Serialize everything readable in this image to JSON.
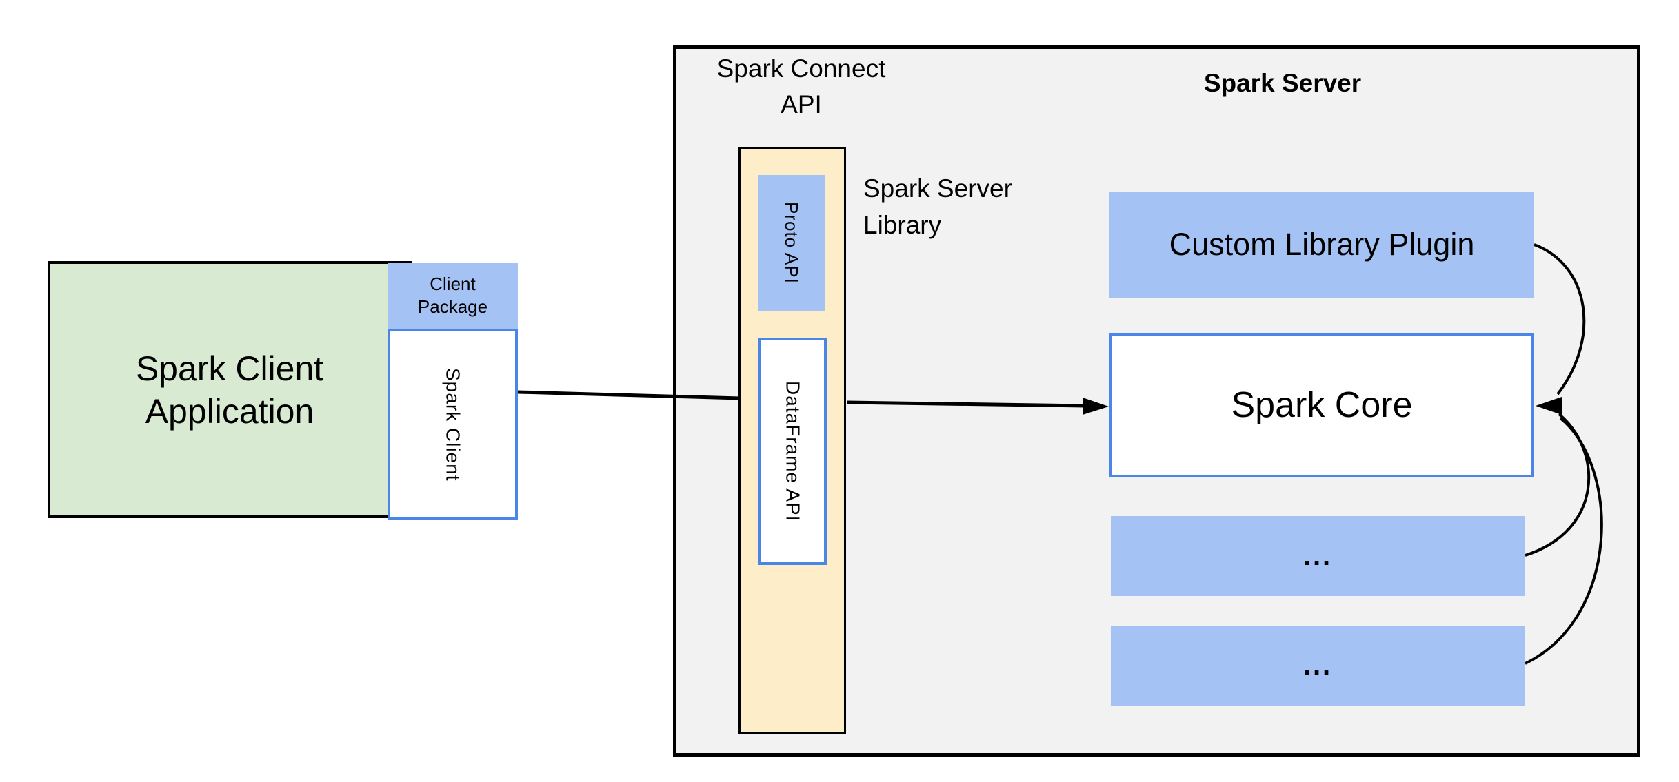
{
  "colors": {
    "canvas_bg": "#ffffff",
    "green_fill": "#d9ead3",
    "blue_fill": "#a4c2f4",
    "yellow_fill": "#fdeec9",
    "gray_fill": "#f2f2f2",
    "blue_border": "#4a86e8",
    "line_black": "#000000"
  },
  "client": {
    "app_label": "Spark Client\nApplication",
    "package_label": "Client\nPackage",
    "client_label": "Spark Client"
  },
  "connect": {
    "api_label": "Spark Connect\nAPI",
    "proto_label": "Proto API",
    "dataframe_label": "DataFrame API",
    "library_label": "Spark Server\nLibrary"
  },
  "server": {
    "title": "Spark Server",
    "plugin_label": "Custom Library Plugin",
    "core_label": "Spark Core",
    "more_1": "...",
    "more_2": "..."
  }
}
